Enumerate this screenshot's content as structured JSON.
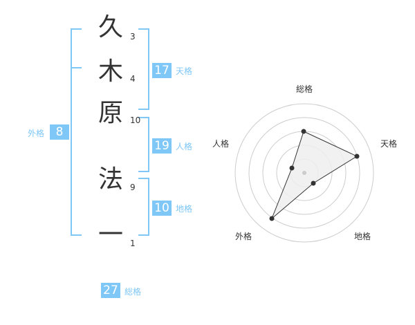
{
  "name": {
    "chars": [
      {
        "char": "久",
        "strokes": "3"
      },
      {
        "char": "木",
        "strokes": "4"
      },
      {
        "char": "原",
        "strokes": "10"
      },
      {
        "char": "法",
        "strokes": "9"
      },
      {
        "char": "一",
        "strokes": "1"
      }
    ]
  },
  "fortunes": {
    "tenkaku": {
      "value": "17",
      "label": "天格"
    },
    "jinkaku": {
      "value": "19",
      "label": "人格"
    },
    "chikaku": {
      "value": "10",
      "label": "地格"
    },
    "gaikaku": {
      "value": "8",
      "label": "外格"
    },
    "soukaku": {
      "value": "27",
      "label": "総格"
    }
  },
  "radar": {
    "labels": {
      "top": "総格",
      "right": "天格",
      "bottom_right": "地格",
      "bottom_left": "外格",
      "left": "人格"
    },
    "colors": {
      "bracket": "#7fc7f6",
      "badge": "#7fc7f6",
      "ring": "#cccccc",
      "polygon_fill": "#eeeeee",
      "polygon_stroke": "#333333",
      "point": "#333333"
    }
  }
}
